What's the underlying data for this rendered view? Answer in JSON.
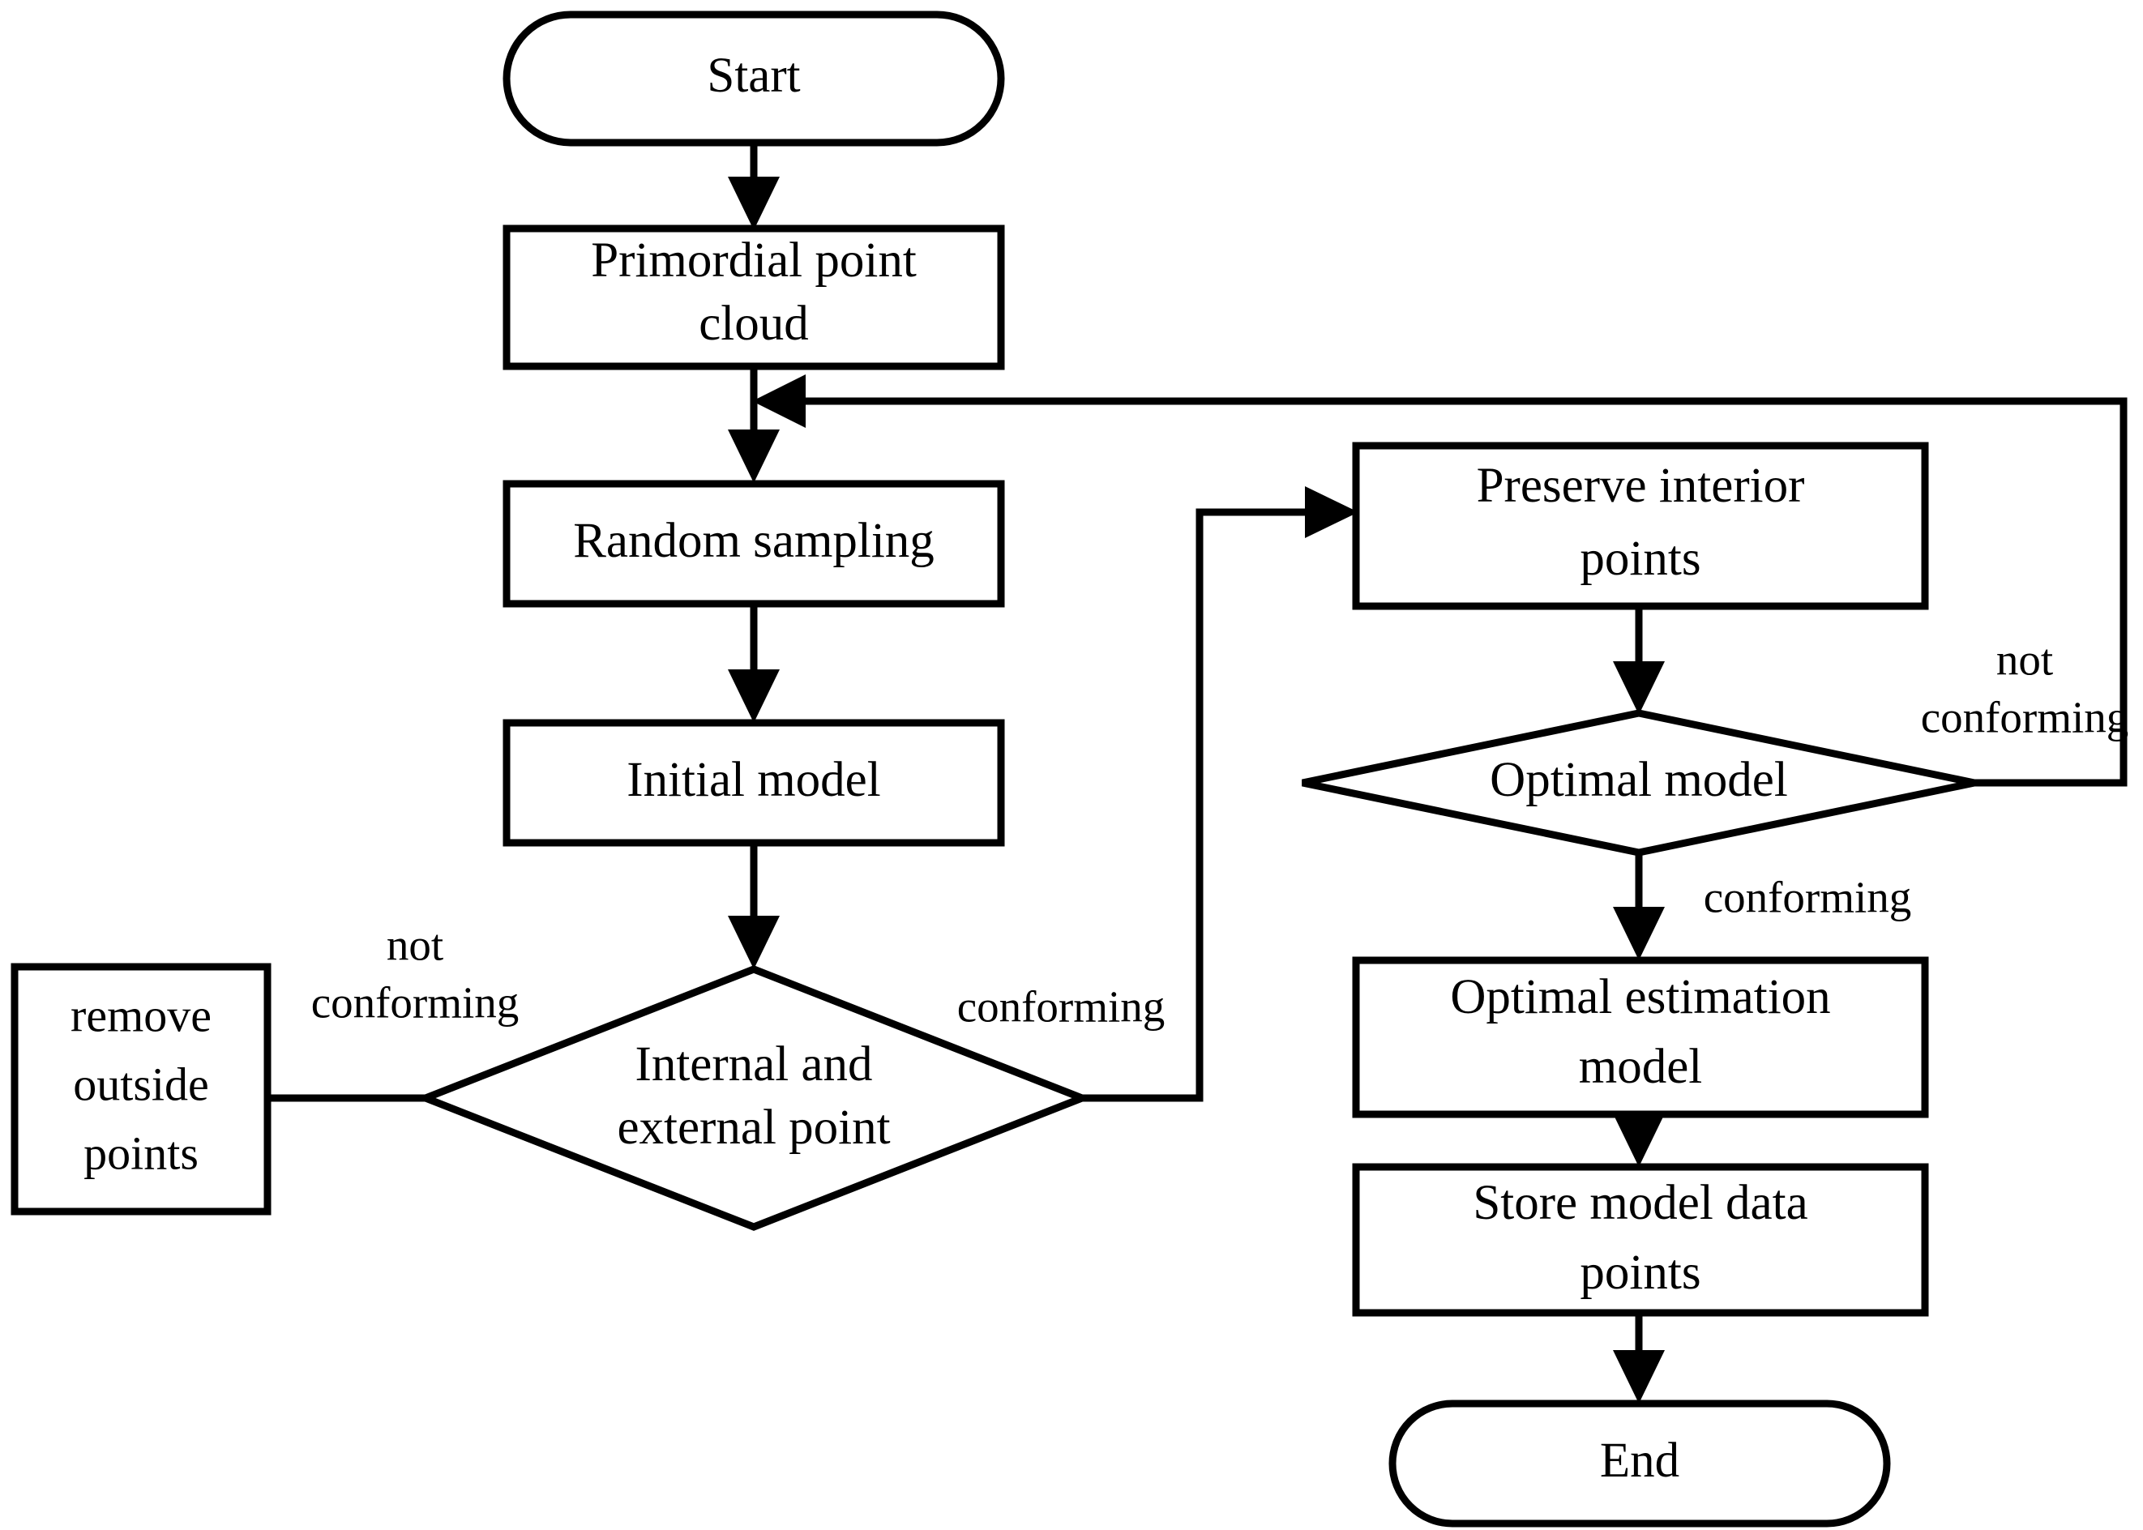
{
  "diagram": {
    "title": "Point cloud RANSAC model fitting flowchart",
    "colors": {
      "stroke": "#000000",
      "fill": "#ffffff",
      "text": "#000000"
    },
    "nodes": {
      "start": {
        "label": "Start",
        "shape": "stadium"
      },
      "primordial_point_cloud": {
        "line1": "Primordial point",
        "line2": "cloud",
        "shape": "rectangle"
      },
      "random_sampling": {
        "label": "Random sampling",
        "shape": "rectangle"
      },
      "initial_model": {
        "label": "Initial model",
        "shape": "rectangle"
      },
      "internal_external_point": {
        "line1": "Internal and",
        "line2": "external point",
        "shape": "diamond"
      },
      "remove_outside_points": {
        "line1": "remove",
        "line2": "outside",
        "line3": "points",
        "shape": "rectangle"
      },
      "preserve_interior_points": {
        "line1": "Preserve interior",
        "line2": "points",
        "shape": "rectangle"
      },
      "optimal_model": {
        "label": "Optimal model",
        "shape": "diamond"
      },
      "optimal_estimation_model": {
        "line1": "Optimal estimation",
        "line2": "model",
        "shape": "rectangle"
      },
      "store_model_data_points": {
        "line1": "Store model data",
        "line2": "points",
        "shape": "rectangle"
      },
      "end": {
        "label": "End",
        "shape": "stadium"
      }
    },
    "edge_labels": {
      "not_conforming_left_line1": "not",
      "not_conforming_left_line2": "conforming",
      "conforming_left": "conforming",
      "not_conforming_right_line1": "not",
      "not_conforming_right_line2": "conforming",
      "conforming_right": "conforming"
    },
    "edges": [
      {
        "from": "start",
        "to": "primordial_point_cloud",
        "label": ""
      },
      {
        "from": "primordial_point_cloud",
        "to": "random_sampling",
        "label": ""
      },
      {
        "from": "random_sampling",
        "to": "initial_model",
        "label": ""
      },
      {
        "from": "initial_model",
        "to": "internal_external_point",
        "label": ""
      },
      {
        "from": "internal_external_point",
        "to": "remove_outside_points",
        "label": "not conforming"
      },
      {
        "from": "internal_external_point",
        "to": "preserve_interior_points",
        "label": "conforming"
      },
      {
        "from": "preserve_interior_points",
        "to": "optimal_model",
        "label": ""
      },
      {
        "from": "optimal_model",
        "to": "random_sampling",
        "label": "not conforming"
      },
      {
        "from": "optimal_model",
        "to": "optimal_estimation_model",
        "label": "conforming"
      },
      {
        "from": "optimal_estimation_model",
        "to": "store_model_data_points",
        "label": ""
      },
      {
        "from": "store_model_data_points",
        "to": "end",
        "label": ""
      }
    ]
  }
}
